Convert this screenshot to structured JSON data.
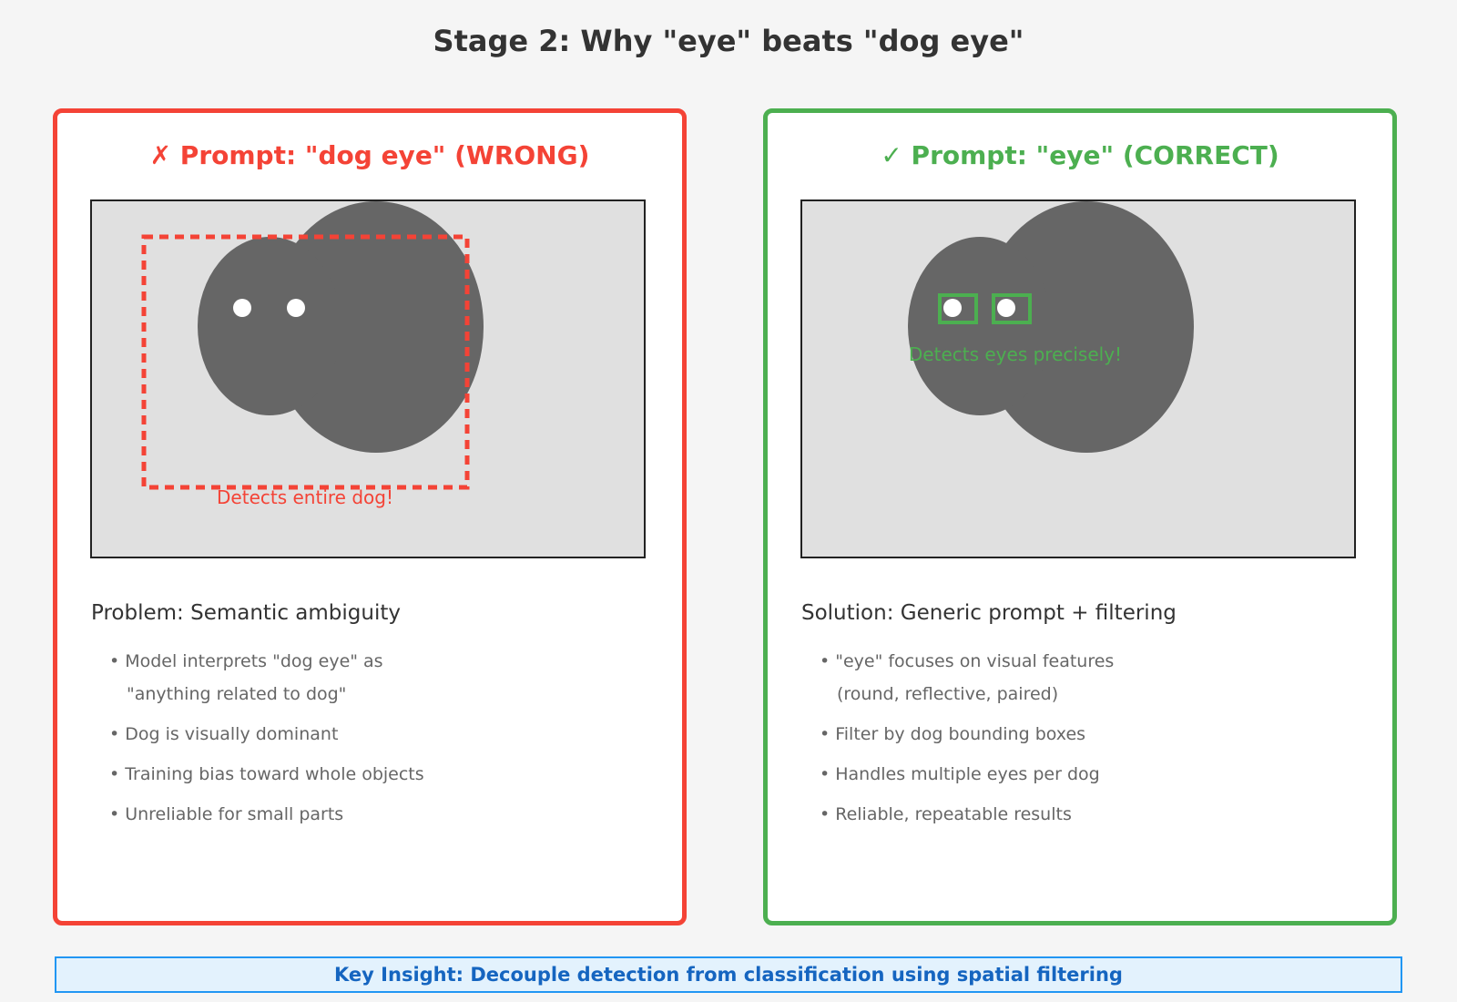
{
  "title": "Stage 2: Why \"eye\" beats \"dog eye\"",
  "colors": {
    "wrong": "#f44336",
    "correct": "#4caf50",
    "dog": "#666666",
    "scene_bg": "#e0e0e0",
    "insight_bg": "#e3f2fd",
    "insight_border": "#2196f3",
    "insight_text": "#1565c0"
  },
  "wrong_panel": {
    "icon": "cross-mark-icon",
    "icon_glyph": "✗",
    "heading": "Prompt: \"dog eye\" (WRONG)",
    "detection_label": "Detects entire dog!",
    "section_title": "Problem: Semantic ambiguity",
    "bullets": [
      {
        "line1": "Model interprets \"dog eye\" as",
        "line2": "\"anything related to dog\""
      },
      {
        "line1": "Dog is visually dominant"
      },
      {
        "line1": "Training bias toward whole objects"
      },
      {
        "line1": "Unreliable for small parts"
      }
    ]
  },
  "correct_panel": {
    "icon": "check-mark-icon",
    "icon_glyph": "✓",
    "heading": "Prompt: \"eye\" (CORRECT)",
    "detection_label": "Detects eyes precisely!",
    "section_title": "Solution: Generic prompt + filtering",
    "bullets": [
      {
        "line1": "\"eye\" focuses on visual features",
        "line2": "(round, reflective, paired)"
      },
      {
        "line1": "Filter by dog bounding boxes"
      },
      {
        "line1": "Handles multiple eyes per dog"
      },
      {
        "line1": "Reliable, repeatable results"
      }
    ]
  },
  "bullet_glyph": "•",
  "insight": "Key Insight: Decouple detection from classification using spatial filtering"
}
